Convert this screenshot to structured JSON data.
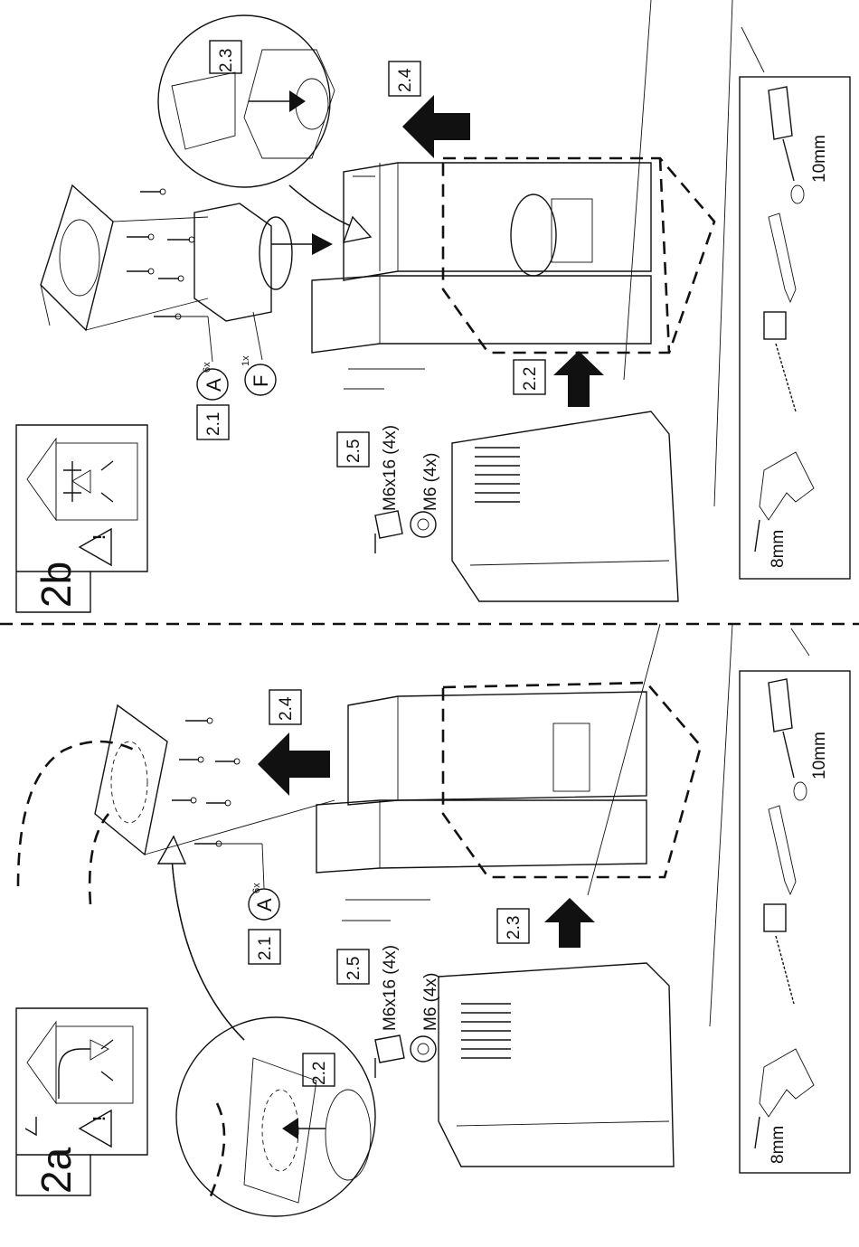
{
  "panels": {
    "b": {
      "title": "2b",
      "steps": {
        "s21": "2.1",
        "s22": "2.2",
        "s23": "2.3",
        "s24": "2.4",
        "s25": "2.5"
      },
      "part_a_qty": "6x",
      "part_a_letter": "A",
      "part_f_qty": "1x",
      "part_f_letter": "F",
      "bolt_label": "M6x16 (4x)",
      "washer_label": "M6 (4x)",
      "tools": {
        "drill_size": "8mm",
        "screwdriver_size": "10mm"
      }
    },
    "a": {
      "title": "2a",
      "steps": {
        "s21": "2.1",
        "s22": "2.2",
        "s23": "2.3",
        "s24": "2.4",
        "s25": "2.5"
      },
      "part_a_qty": "6x",
      "part_a_letter": "A",
      "bolt_label": "M6x16 (4x)",
      "washer_label": "M6 (4x)",
      "tools": {
        "drill_size": "8mm",
        "screwdriver_size": "10mm"
      }
    }
  }
}
